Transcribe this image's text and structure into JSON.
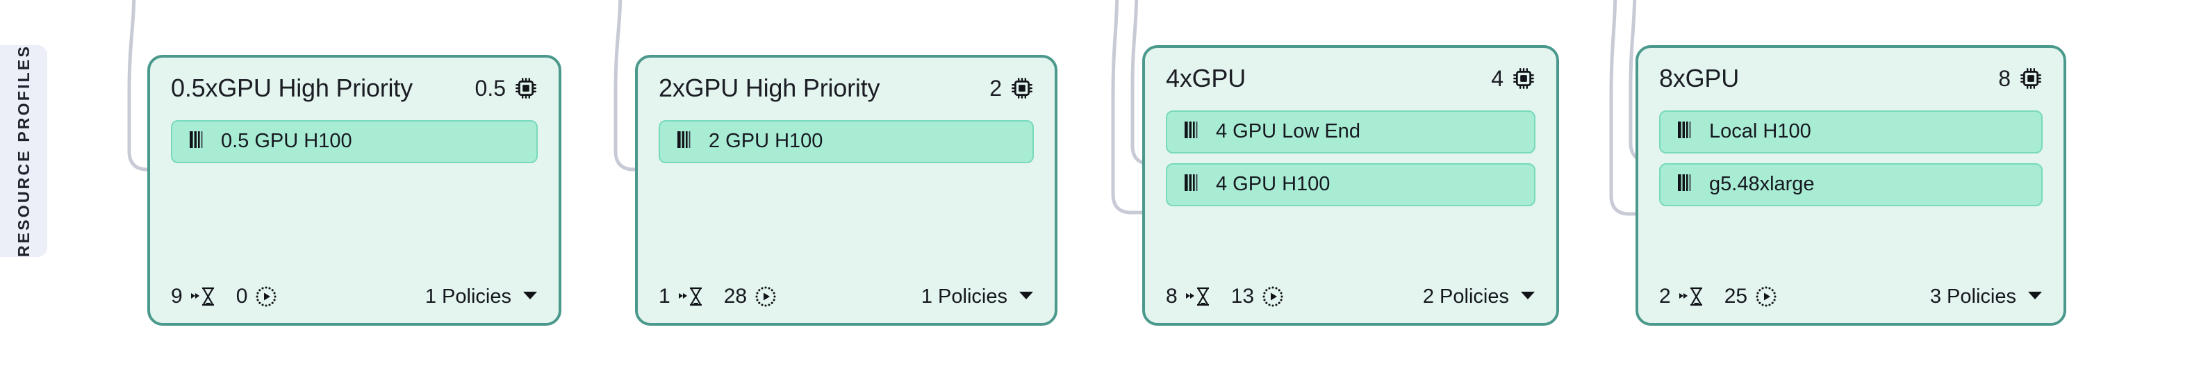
{
  "rail": {
    "label": "RESOURCE PROFILES",
    "background": "#eceef8",
    "text_color": "#20222c"
  },
  "theme": {
    "card_border": "#4b998c",
    "card_background": "#e4f5ef",
    "chip_background": "#a8ecd4",
    "chip_border": "#79d9bb",
    "connector_stroke": "#c8cad6",
    "text": "#1b1d24",
    "page_background": "#ffffff"
  },
  "icons": {
    "cpu": "cpu-chip-icon",
    "bars": "resource-bars-icon",
    "queued": "hourglass-queued-icon",
    "running": "dashed-circle-play-icon",
    "caret": "chevron-down-icon"
  },
  "cards": [
    {
      "title": "0.5xGPU High Priority",
      "gpu_count": "0.5",
      "resources": [
        {
          "label": "0.5 GPU H100"
        }
      ],
      "queued": "9",
      "running": "0",
      "policies": "1 Policies"
    },
    {
      "title": "2xGPU High Priority",
      "gpu_count": "2",
      "resources": [
        {
          "label": "2 GPU H100"
        }
      ],
      "queued": "1",
      "running": "28",
      "policies": "1 Policies"
    },
    {
      "title": "4xGPU",
      "gpu_count": "4",
      "resources": [
        {
          "label": "4 GPU Low End"
        },
        {
          "label": "4 GPU H100"
        }
      ],
      "queued": "8",
      "running": "13",
      "policies": "2 Policies"
    },
    {
      "title": "8xGPU",
      "gpu_count": "8",
      "resources": [
        {
          "label": "Local H100"
        },
        {
          "label": "g5.48xlarge"
        }
      ],
      "queued": "2",
      "running": "25",
      "policies": "3 Policies"
    }
  ]
}
